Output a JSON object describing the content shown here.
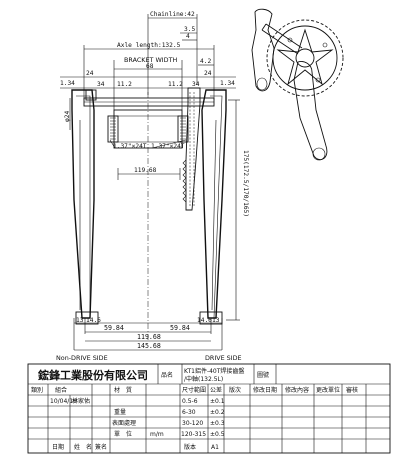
{
  "drawing": {
    "chainline": "Chainline:42",
    "axle_length": "Axle length:132.5",
    "bracket_width": "BRACKET WIDTH",
    "bracket_value": "68",
    "dim_3_5": "3.5",
    "dim_4": "4",
    "dim_4_2": "4.2",
    "dim_1_34_left": "1.34",
    "dim_24_left": "24",
    "dim_34_left": "34",
    "dim_11_2_left": "11.2",
    "dim_11_2_right": "11.2",
    "dim_34_right": "34",
    "dim_24_right": "24",
    "dim_1_34_right": "1.34",
    "dim_phi24": "φ24",
    "thread_left": "1.37\"×24T",
    "thread_right": "1.37\"×24T",
    "dim_119_68_top": "119.68",
    "dim_175": "175(172.5/170/165)",
    "dim_13_left": "13",
    "dim_14_6_left": "14.6",
    "dim_59_84_left": "59.84",
    "dim_59_84_right": "59.84",
    "dim_14_6_right": "14.6",
    "dim_13_right": "13",
    "dim_119_68_bottom": "119.68",
    "dim_145_68": "145.68",
    "non_drive_side": "Non-DRIVE SIDE",
    "drive_side": "DRIVE SIDE"
  },
  "title_block": {
    "company": "鋐鋒工業股份有限公司",
    "name_label": "品名",
    "part_name": "KT1鋁件-40T焊接齒盤",
    "part_name_2": "/中軸(132.5L)",
    "drawing_no_label": "圖號",
    "category_label": "類別",
    "category_value": "組合",
    "material_label": "材　質",
    "tol_0_5_6": "0.5-6",
    "tol_6_30": "6-30",
    "tol_30_120": "30-120",
    "tol_120_315": "120-315",
    "tol_v1": "±0.1",
    "tol_v2": "±0.2",
    "tol_v3": "±0.3",
    "tol_v5": "±0.5",
    "size_tol_label": "尺寸範圍",
    "tol_label": "公差",
    "rev_label": "版次",
    "rev_date_label": "修改日期",
    "rev_content_label": "修改內容",
    "rev_user_label": "更改單位",
    "rev_check_label": "審核",
    "date_value": "10/04/16",
    "drawer_value": "林家佑",
    "weight_label": "重量",
    "surface_label": "表面處理",
    "unit_label": "單　位",
    "unit_value": "m/m",
    "sheet_label": "版本",
    "sheet_value": "A1",
    "date_label": "日期",
    "name2_label": "姓　名",
    "sign_label": "簽名"
  }
}
